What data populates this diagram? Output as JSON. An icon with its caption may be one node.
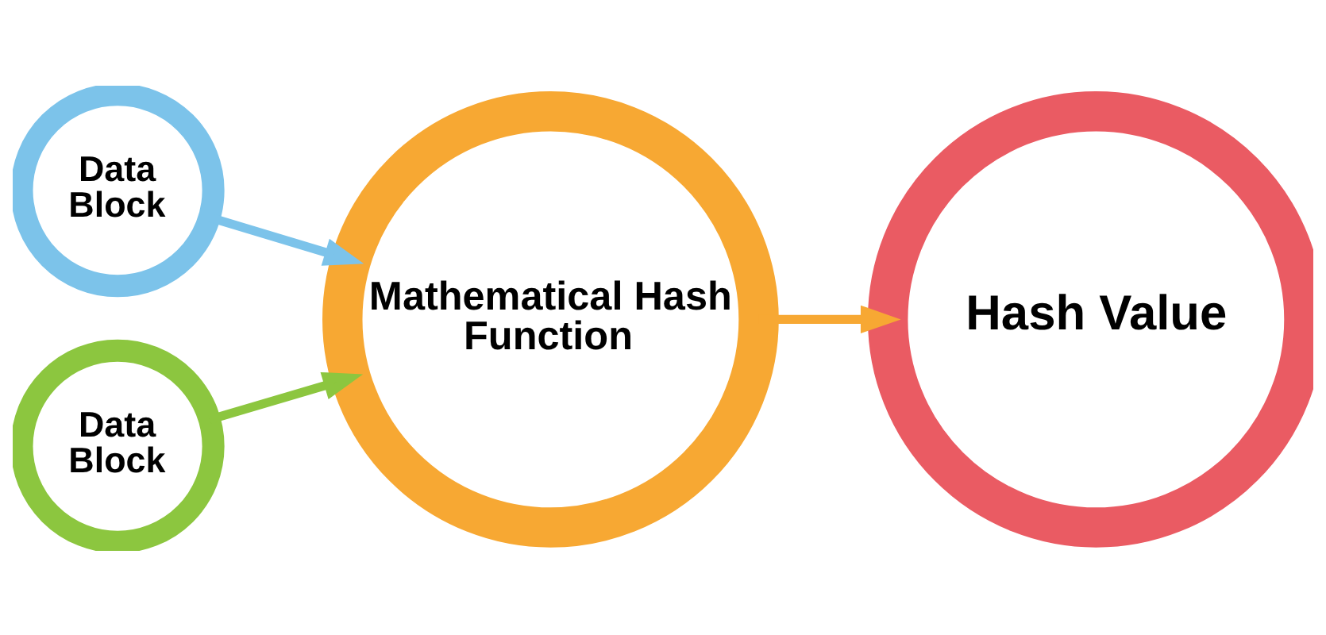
{
  "diagram": {
    "nodes": [
      {
        "text": [
          "Data Block"
        ]
      },
      {
        "text": [
          "Data Block"
        ]
      },
      {
        "text": [
          "Mathematical Hash Function"
        ]
      },
      {
        "text": [
          "Hash Value"
        ]
      }
    ],
    "edges": [
      {
        "from": 0,
        "to": 2,
        "arrow": "to",
        "color": "#7cc3ea"
      },
      {
        "from": 1,
        "to": 2,
        "arrow": "to",
        "color": "#8cc63f"
      },
      {
        "from": 2,
        "to": 3,
        "arrow": "to",
        "color": "#f7a833"
      }
    ]
  }
}
